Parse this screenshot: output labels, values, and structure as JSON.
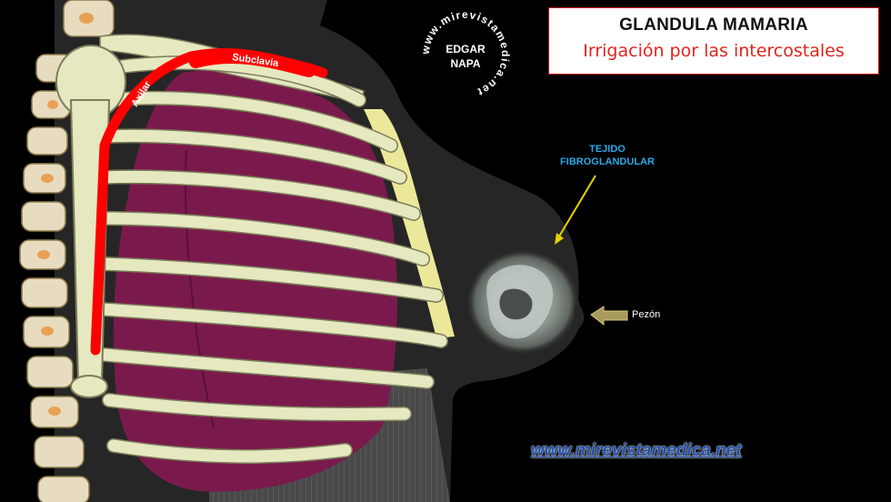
{
  "title": {
    "main": "GLANDULA MAMARIA",
    "subtitle": "Irrigación por las intercostales"
  },
  "labels": {
    "tejido_line1": "TEJIDO",
    "tejido_line2": "FIBROGLANDULAR",
    "pezon": "Pezón",
    "subclavia": "Subclavia",
    "axilar": "Axilar"
  },
  "watermark": {
    "ring_text": "www.mirevistamedica.net",
    "center_line1": "EDGAR",
    "center_line2": "NAPA"
  },
  "website": "www.mirevistamedica.net",
  "colors": {
    "artery": "#ff0000",
    "bone": "#e6e8c0",
    "lung": "#7a1a4c",
    "skin": "#262626",
    "cartilage": "#ece89a",
    "title_red": "#e0241b",
    "label_blue": "#2aa8e8",
    "arrow_yellow": "#e8d200"
  }
}
